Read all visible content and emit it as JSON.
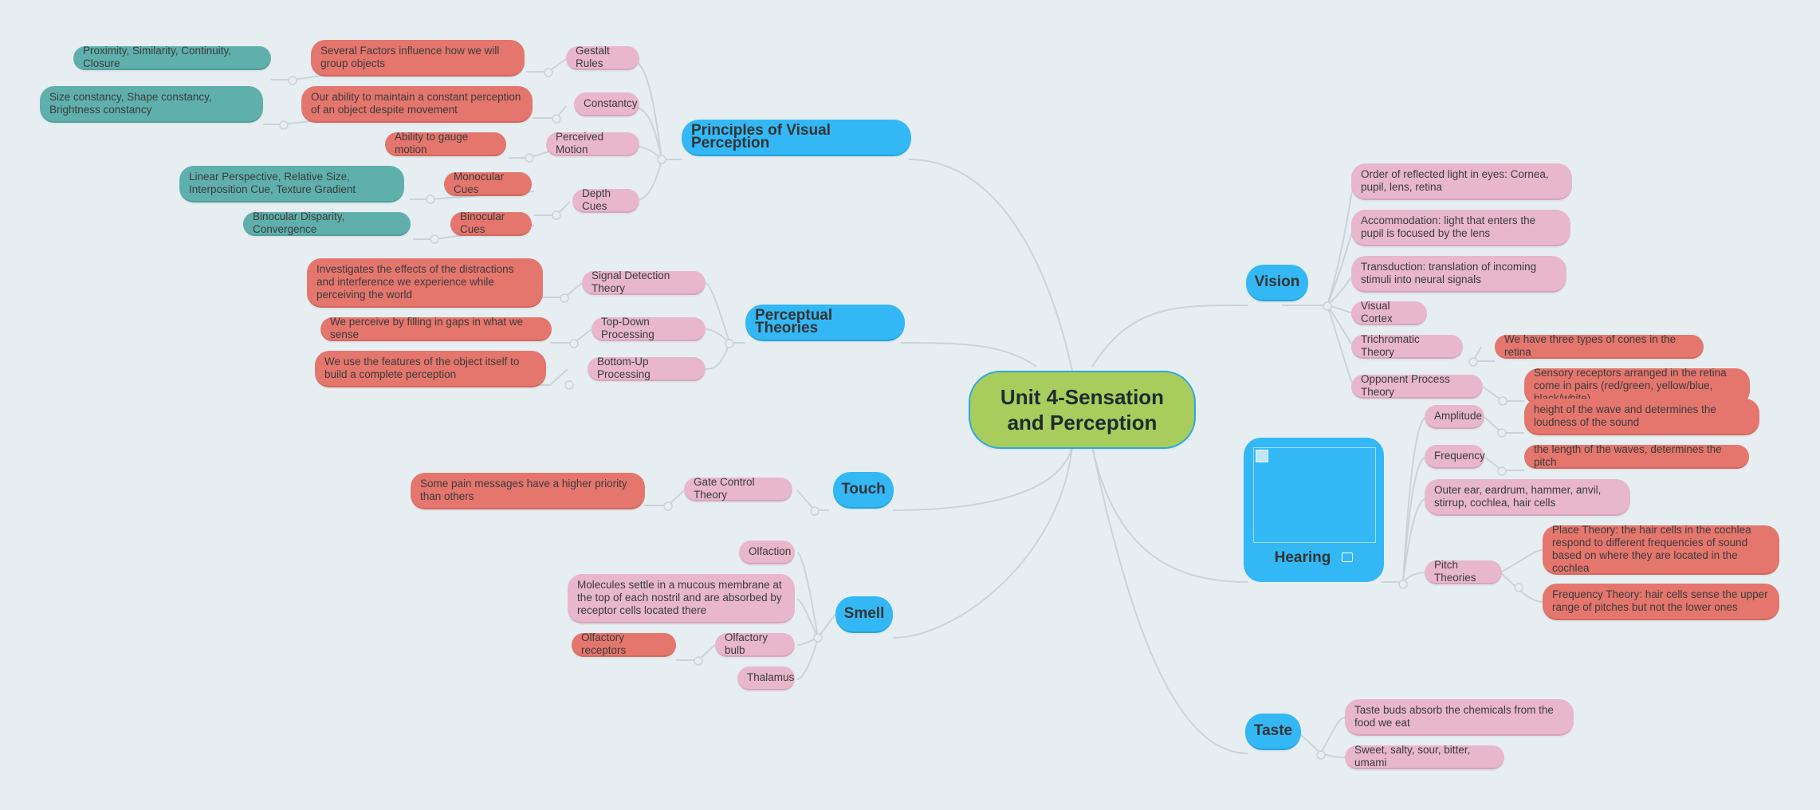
{
  "title": "Unit 4-Sensation and Perception",
  "branches": {
    "principles": {
      "label": "Principles of Visual Perception",
      "gestalt": {
        "label": "Gestalt Rules",
        "desc": "Several Factors influence how we will group objects",
        "examples": "Proximity, Similarity, Continuity, Closure"
      },
      "constancy": {
        "label": "Constantcy",
        "desc": "Our ability to maintain a constant perception of an object despite movement",
        "examples": "Size constancy, Shape constancy, Brightness constancy"
      },
      "motion": {
        "label": "Perceived Motion",
        "desc": "Ability to gauge motion"
      },
      "depth": {
        "label": "Depth Cues",
        "monocular": {
          "label": "Monocular Cues",
          "examples": "Linear Perspective, Relative Size, Interposition Cue, Texture Gradient"
        },
        "binocular": {
          "label": "Binocular Cues",
          "examples": "Binocular Disparity, Convergence"
        }
      }
    },
    "theories": {
      "label": "Perceptual Theories",
      "signal": {
        "label": "Signal Detection Theory",
        "desc": "Investigates the effects of the distractions and interference we experience while perceiving the world"
      },
      "topdown": {
        "label": "Top-Down Processing",
        "desc": "We perceive by filling in gaps in what we sense"
      },
      "bottomup": {
        "label": "Bottom-Up Processing",
        "desc": "We use the features of the object itself to build a complete perception"
      }
    },
    "touch": {
      "label": "Touch",
      "gate": {
        "label": "Gate Control Theory",
        "desc": "Some pain messages have a higher priority than others"
      }
    },
    "smell": {
      "label": "Smell",
      "olfaction": "Olfaction",
      "mucous": "Molecules settle in a mucous membrane at the top of each nostril and are absorbed by receptor cells located there",
      "bulb": {
        "label": "Olfactory bulb",
        "desc": "Olfactory receptors"
      },
      "thalamus": "Thalamus"
    },
    "vision": {
      "label": "Vision",
      "items": [
        "Order of reflected light in eyes: Cornea, pupil, lens, retina",
        "Accommodation: light that enters the pupil is focused by the lens",
        "Transduction: translation of incoming stimuli into neural signals",
        "Visual Cortex"
      ],
      "trichromatic": {
        "label": "Trichromatic Theory",
        "desc": "We have three types of cones in the retina"
      },
      "opponent": {
        "label": "Opponent Process Theory",
        "desc": "Sensory receptors arranged in the retina come in pairs (red/green, yellow/blue, black/white)"
      }
    },
    "hearing": {
      "label": "Hearing",
      "amplitude": {
        "label": "Amplitude",
        "desc": "height of the wave and determines the loudness of the sound"
      },
      "frequency": {
        "label": "Frequency",
        "desc": "the length of the waves, determines the pitch"
      },
      "anatomy": "Outer ear, eardrum, hammer, anvil, stirrup, cochlea, hair cells",
      "pitch": {
        "label": "Pitch Theories",
        "place": "Place Theory: the hair cells in the cochlea respond to different frequencies of sound based on where they are located in the cochlea",
        "frequency_theory": "Frequency Theory: hair cells sense the upper range of pitches but not the lower ones"
      }
    },
    "taste": {
      "label": "Taste",
      "buds": "Taste buds absorb the chemicals from the food we eat",
      "types": "Sweet, salty, sour, bitter, umami"
    }
  },
  "colors": {
    "background": "#e6eef2",
    "main_topic": "#33b8f5",
    "center": "#a8cd5c",
    "subtopic": "#e8b7cb",
    "detail": "#e5766d",
    "example": "#5fb0ad",
    "connector": "#c9d3d8"
  }
}
